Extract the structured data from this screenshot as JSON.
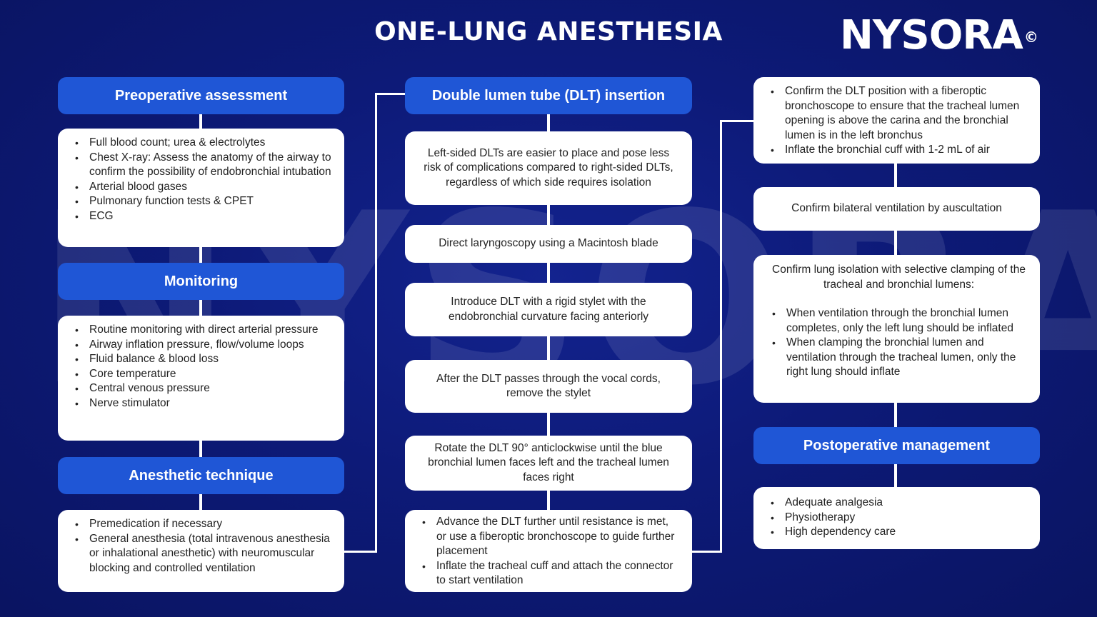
{
  "title": "ONE-LUNG ANESTHESIA",
  "logo": "NYSORA",
  "logo_mark": "©",
  "watermark": "NYSORA",
  "colors": {
    "background": "#0d1a78",
    "header": "#1f56d6",
    "card": "#ffffff"
  },
  "left": {
    "preop": {
      "title": "Preoperative assessment",
      "items": [
        "Full blood count; urea & electrolytes",
        "Chest X-ray: Assess the anatomy of the airway to confirm the possibility of endobronchial intubation",
        "Arterial blood gases",
        "Pulmonary function tests & CPET",
        "ECG"
      ]
    },
    "monitoring": {
      "title": "Monitoring",
      "items": [
        "Routine monitoring with direct arterial pressure",
        "Airway inflation pressure, flow/volume loops",
        "Fluid balance & blood loss",
        "Core temperature",
        "Central venous pressure",
        "Nerve stimulator"
      ]
    },
    "technique": {
      "title": "Anesthetic technique",
      "items": [
        "Premedication if necessary",
        "General anesthesia (total intravenous anesthesia or inhalational anesthetic) with neuromuscular blocking and controlled ventilation"
      ]
    }
  },
  "middle": {
    "title": "Double lumen tube (DLT) insertion",
    "step1": "Left-sided DLTs are easier to place and pose less risk of complications compared to right-sided DLTs, regardless of which side requires isolation",
    "step2": "Direct laryngoscopy using a Macintosh blade",
    "step3": "Introduce DLT with a rigid stylet with the endobronchial curvature facing anteriorly",
    "step4": "After the DLT passes through the vocal cords, remove the stylet",
    "step5": "Rotate the DLT 90° anticlockwise until the blue bronchial lumen faces left and the tracheal lumen faces right",
    "step6": [
      "Advance the DLT further until resistance is met, or use a fiberoptic bronchoscope to guide further placement",
      "Inflate the tracheal cuff and attach the connector to start ventilation"
    ]
  },
  "right": {
    "confirm_position": [
      "Confirm the DLT position with a fiberoptic bronchoscope to ensure that the tracheal lumen opening is above the carina and the bronchial lumen is in the left bronchus",
      "Inflate the bronchial cuff with 1-2 mL of air"
    ],
    "auscultation": "Confirm bilateral ventilation by auscultation",
    "isolation_intro": "Confirm lung isolation with selective clamping of the tracheal and bronchial lumens:",
    "isolation_items": [
      "When ventilation through the bronchial lumen completes, only the left lung should be inflated",
      "When clamping the bronchial lumen and ventilation through the tracheal lumen, only the right lung should inflate"
    ],
    "postop": {
      "title": "Postoperative management",
      "items": [
        "Adequate analgesia",
        "Physiotherapy",
        "High dependency care"
      ]
    }
  }
}
